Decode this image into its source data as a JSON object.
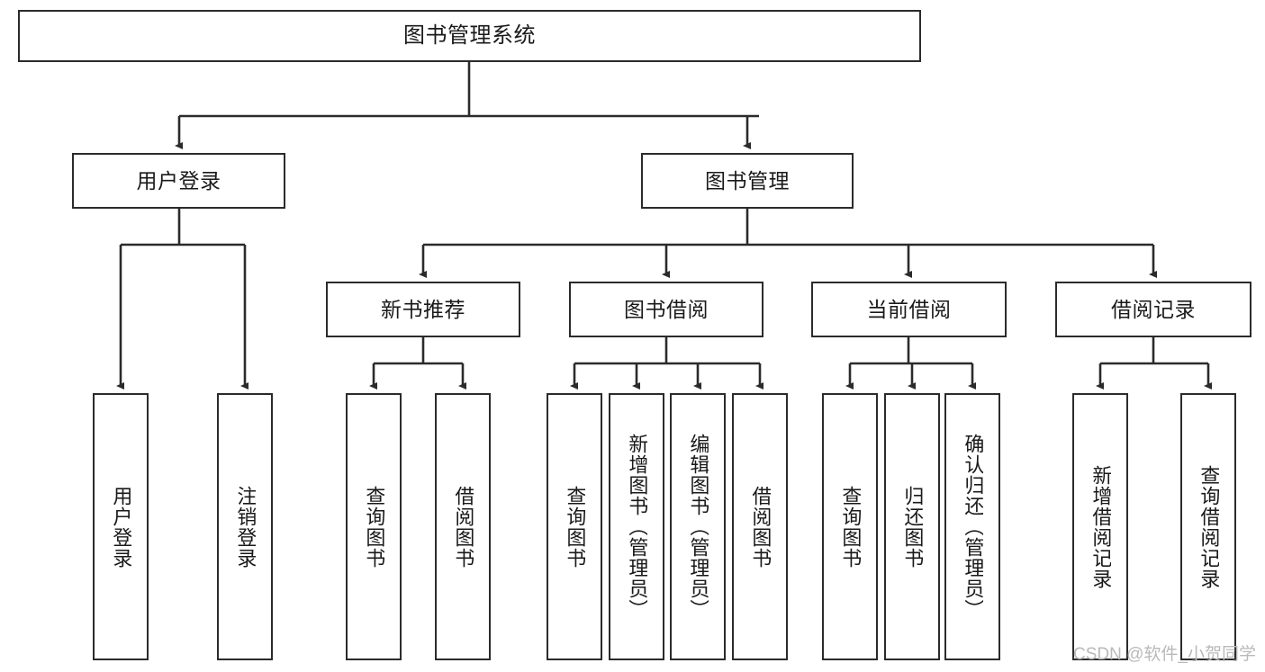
{
  "diagram": {
    "title": "图书管理系统",
    "type": "tree-hierarchy-chart",
    "colors": {
      "box_border": "#2b2b2b",
      "box_fill": "#ffffff",
      "line": "#2b2b2b",
      "text": "#1a1a1a",
      "watermark": "#b9b9b9"
    },
    "root": {
      "label": "图书管理系统"
    },
    "level2": [
      {
        "label": "用户登录"
      },
      {
        "label": "图书管理"
      }
    ],
    "level3": [
      {
        "label": "新书推荐"
      },
      {
        "label": "图书借阅"
      },
      {
        "label": "当前借阅"
      },
      {
        "label": "借阅记录"
      }
    ],
    "leaves": {
      "user_login": [
        {
          "label": "用户登录"
        },
        {
          "label": "注销登录"
        }
      ],
      "new_book_recommend": [
        {
          "label": "查询图书"
        },
        {
          "label": "借阅图书"
        }
      ],
      "book_borrow": [
        {
          "label": "查询图书"
        },
        {
          "label": "新增图书（管理员）"
        },
        {
          "label": "编辑图书（管理员）"
        },
        {
          "label": "借阅图书"
        }
      ],
      "current_borrow": [
        {
          "label": "查询图书"
        },
        {
          "label": "归还图书"
        },
        {
          "label": "确认归还（管理员）"
        }
      ],
      "borrow_record": [
        {
          "label": "新增借阅记录"
        },
        {
          "label": "查询借阅记录"
        }
      ]
    }
  },
  "watermark": {
    "text": "CSDN @软件_小贺同学"
  }
}
